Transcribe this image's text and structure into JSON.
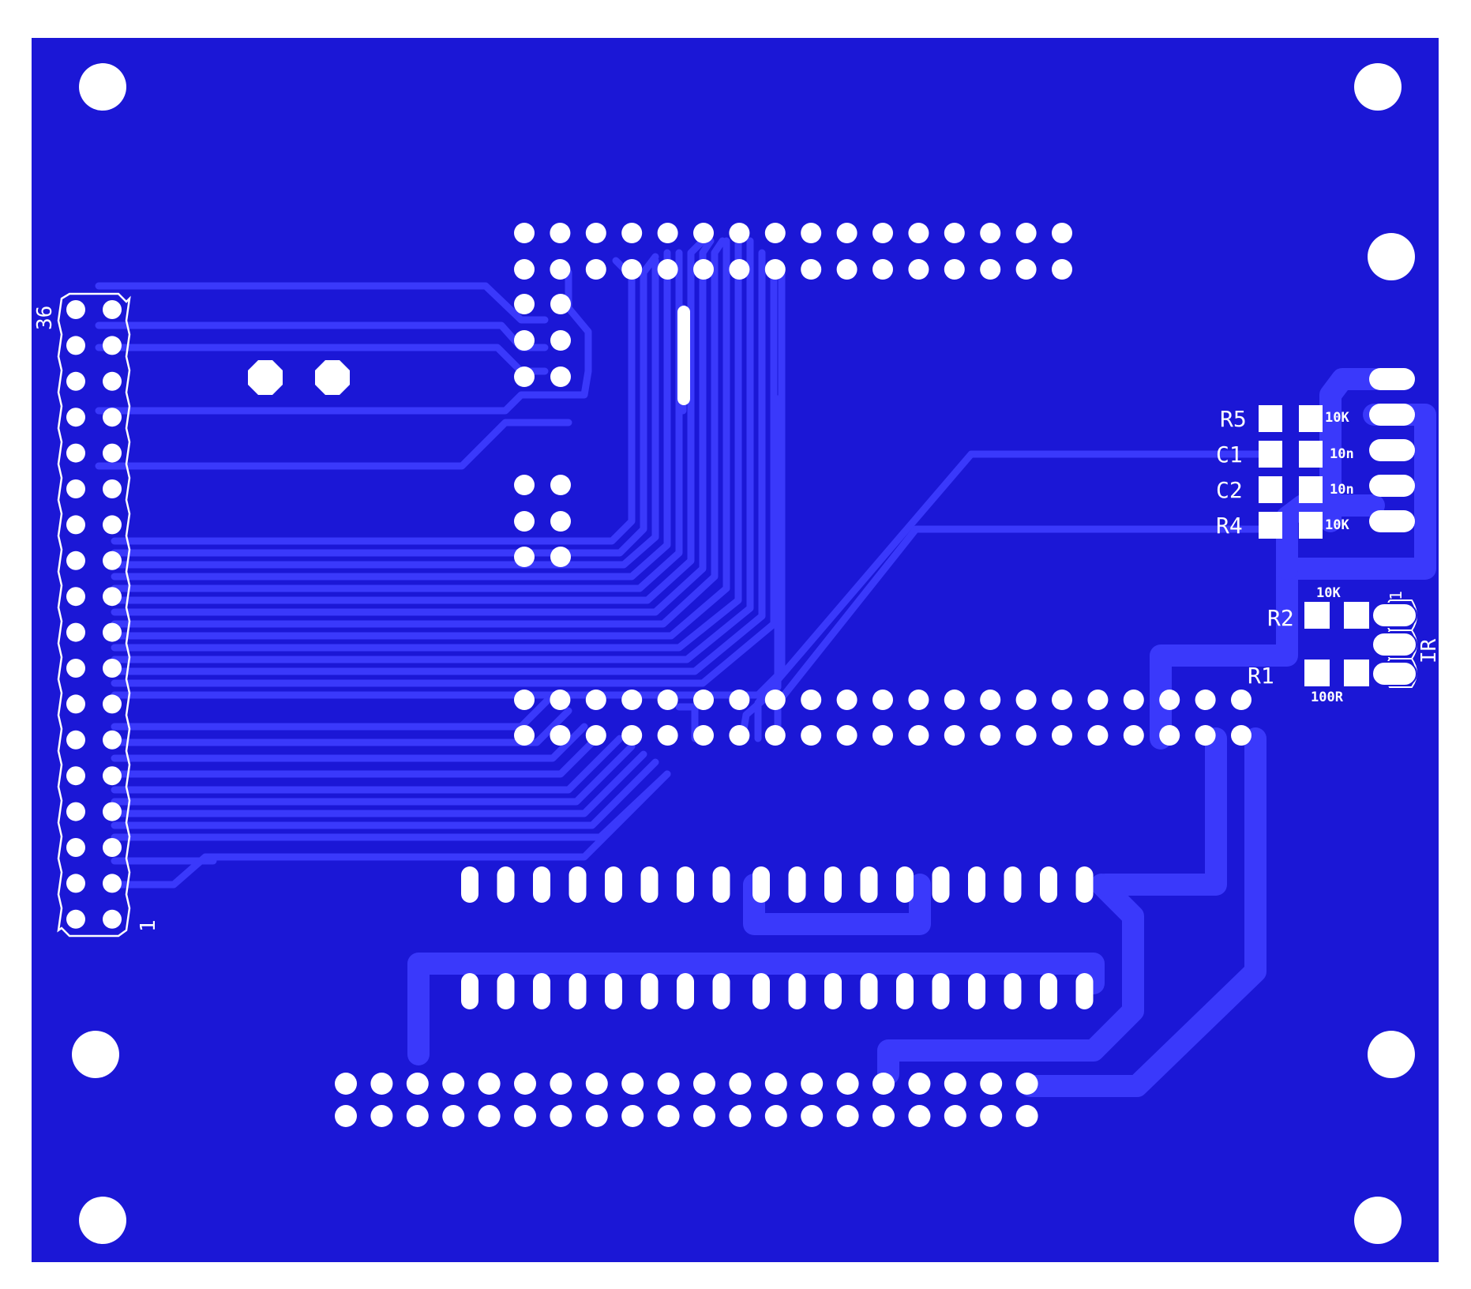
{
  "colors": {
    "board": "#1b17d6",
    "trace": "#3a39fb",
    "pad": "#ffffff",
    "silk": "#ffffff"
  },
  "header_labels": {
    "pin_first": "1",
    "pin_last": "36"
  },
  "components": [
    {
      "ref": "R5",
      "value": "10K"
    },
    {
      "ref": "C1",
      "value": "10n"
    },
    {
      "ref": "C2",
      "value": "10n"
    },
    {
      "ref": "R4",
      "value": "10K"
    },
    {
      "ref": "R2",
      "value": "10K"
    },
    {
      "ref": "R1",
      "value": "100R"
    }
  ],
  "ir_label": "IR",
  "ir_pin1_label": "1"
}
